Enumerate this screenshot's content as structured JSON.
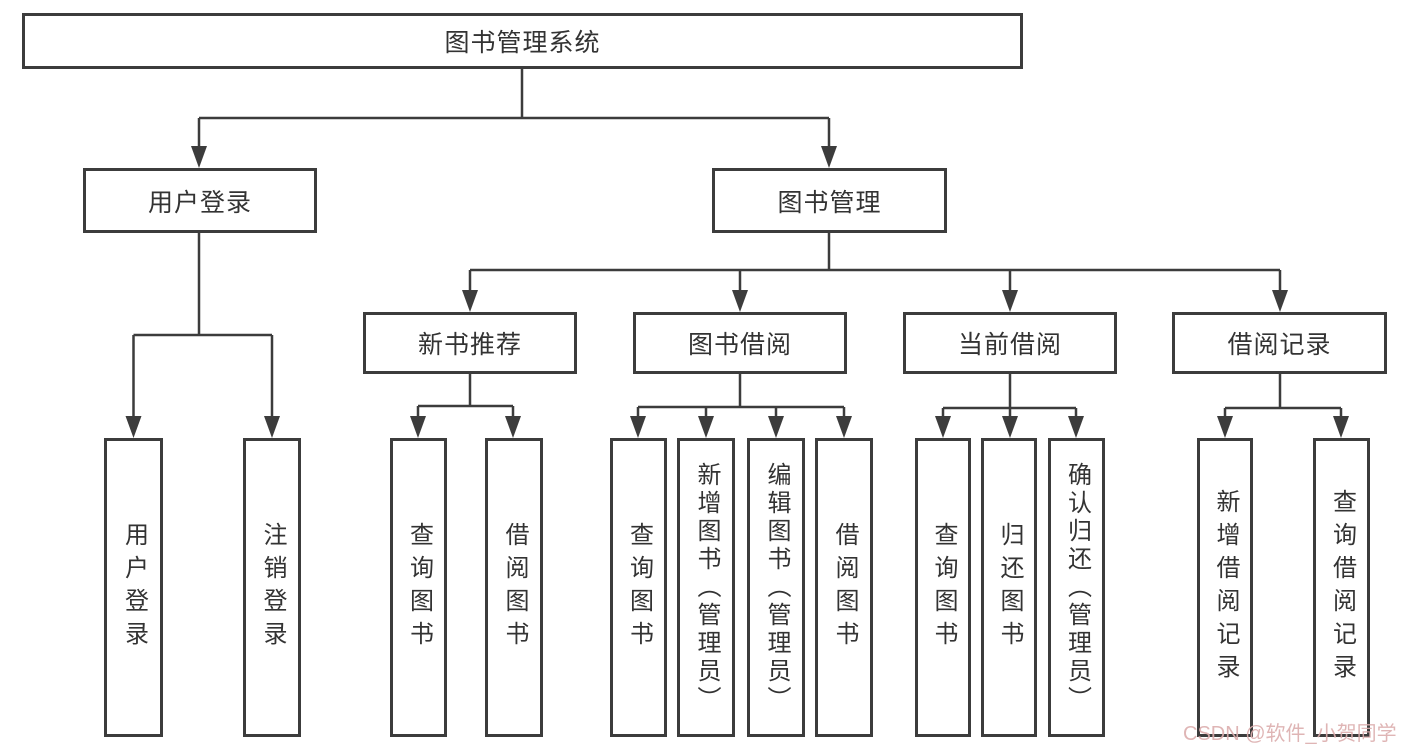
{
  "colors": {
    "line": "#3c3c3c",
    "text": "#333333",
    "watermark": "#dcaeae",
    "background": "#ffffff"
  },
  "watermark": {
    "text": "CSDN @软件_小贺同学"
  },
  "diagram": {
    "root": "图书管理系统",
    "branches": {
      "user_login": {
        "label": "用户登录",
        "children": {
          "login": "用户登录",
          "logout": "注销登录"
        }
      },
      "book_mgmt": {
        "label": "图书管理",
        "children": {
          "new_books": {
            "label": "新书推荐",
            "children": {
              "query": "查询图书",
              "borrow": "借阅图书"
            }
          },
          "book_borrow": {
            "label": "图书借阅",
            "children": {
              "query": "查询图书",
              "add": "新增图书（管理员）",
              "edit": "编辑图书（管理员）",
              "borrow": "借阅图书"
            }
          },
          "current_borrow": {
            "label": "当前借阅",
            "children": {
              "query": "查询图书",
              "return": "归还图书",
              "confirm": "确认归还（管理员）"
            }
          },
          "borrow_records": {
            "label": "借阅记录",
            "children": {
              "add": "新增借阅记录",
              "query": "查询借阅记录"
            }
          }
        }
      }
    }
  }
}
